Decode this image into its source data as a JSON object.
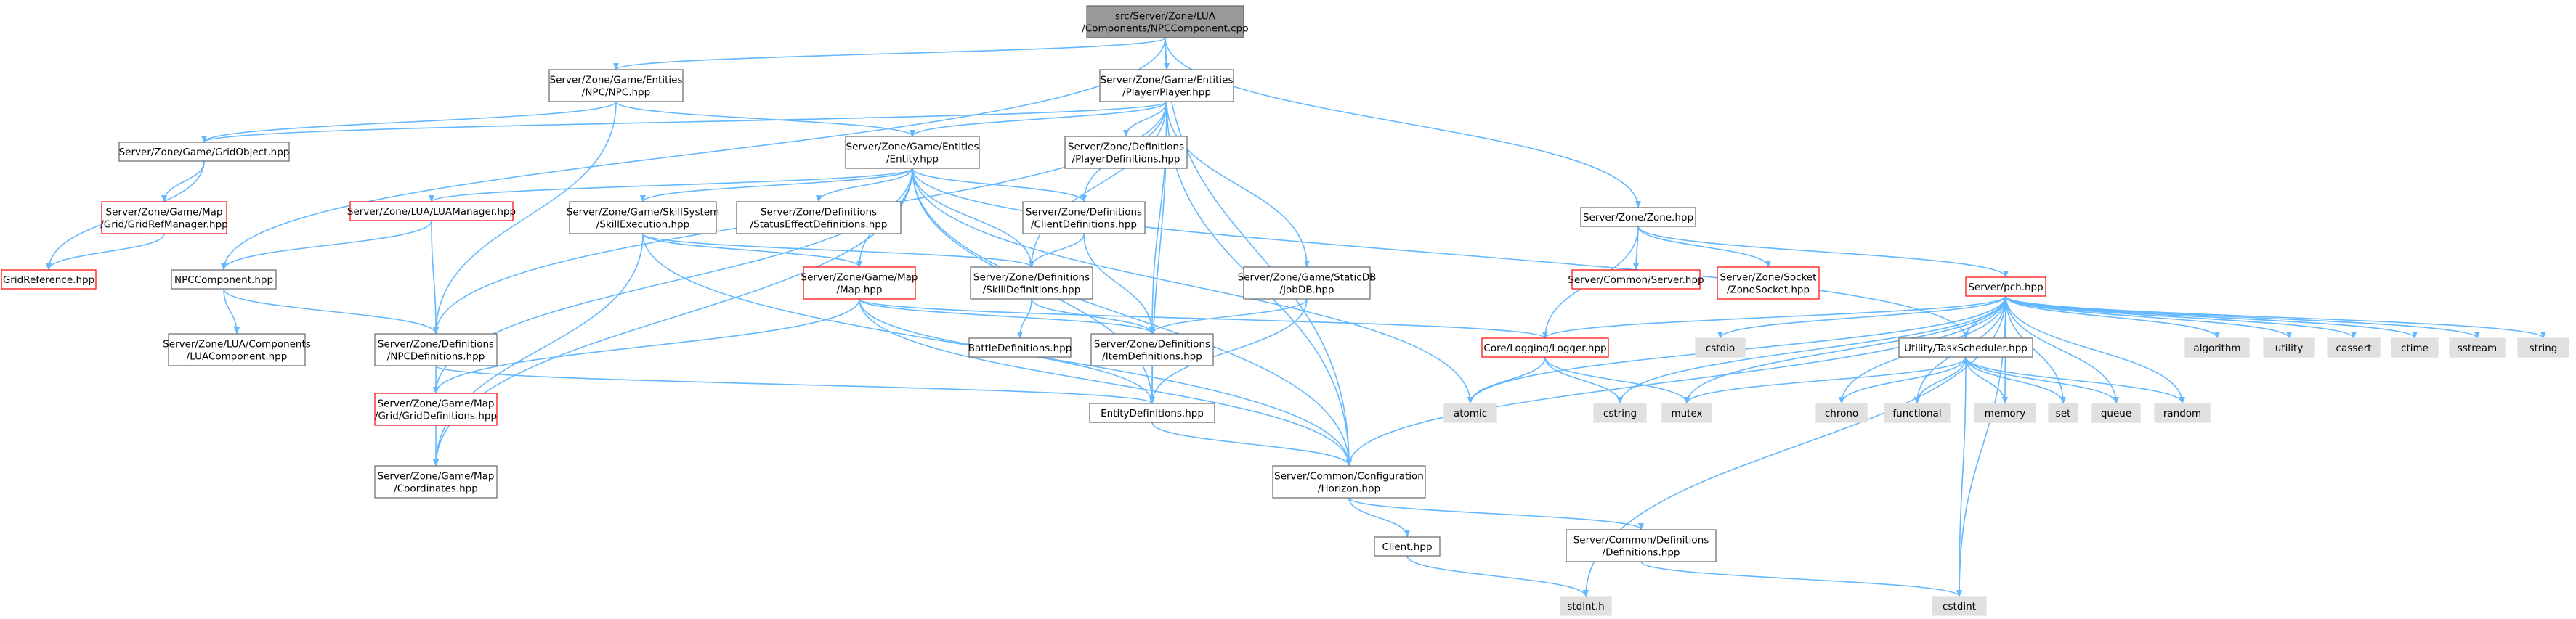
{
  "colors": {
    "edge": "#63b8ff",
    "border_normal": "#666666",
    "border_red": "#ff0000",
    "fill_normal": "#ffffff",
    "fill_root": "#999999",
    "fill_system": "#e0e0e0"
  },
  "nodes": [
    {
      "id": "npccomp_cpp",
      "kind": "root",
      "lines": [
        "src/Server/Zone/LUA",
        "/Components/NPCComponent.cpp"
      ]
    },
    {
      "id": "npc_hpp",
      "kind": "normal",
      "lines": [
        "Server/Zone/Game/Entities",
        "/NPC/NPC.hpp"
      ]
    },
    {
      "id": "player_hpp",
      "kind": "normal",
      "lines": [
        "Server/Zone/Game/Entities",
        "/Player/Player.hpp"
      ]
    },
    {
      "id": "gridobject_hpp",
      "kind": "normal",
      "lines": [
        "Server/Zone/Game/GridObject.hpp"
      ]
    },
    {
      "id": "entity_hpp",
      "kind": "normal",
      "lines": [
        "Server/Zone/Game/Entities",
        "/Entity.hpp"
      ]
    },
    {
      "id": "playerdefs_hpp",
      "kind": "normal",
      "lines": [
        "Server/Zone/Definitions",
        "/PlayerDefinitions.hpp"
      ]
    },
    {
      "id": "gridrefmgr_hpp",
      "kind": "red",
      "lines": [
        "Server/Zone/Game/Map",
        "/Grid/GridRefManager.hpp"
      ]
    },
    {
      "id": "gridref_hpp",
      "kind": "red",
      "lines": [
        "GridReference.hpp"
      ]
    },
    {
      "id": "luamanager_hpp",
      "kind": "red",
      "lines": [
        "Server/Zone/LUA/LUAManager.hpp"
      ]
    },
    {
      "id": "skillexec_hpp",
      "kind": "normal",
      "lines": [
        "Server/Zone/Game/SkillSystem",
        "/SkillExecution.hpp"
      ]
    },
    {
      "id": "statuseffect_hpp",
      "kind": "normal",
      "lines": [
        "Server/Zone/Definitions",
        "/StatusEffectDefinitions.hpp"
      ]
    },
    {
      "id": "clientdefs_hpp",
      "kind": "normal",
      "lines": [
        "Server/Zone/Definitions",
        "/ClientDefinitions.hpp"
      ]
    },
    {
      "id": "zone_hpp",
      "kind": "normal",
      "lines": [
        "Server/Zone/Zone.hpp"
      ]
    },
    {
      "id": "npccomponent_hpp",
      "kind": "normal",
      "lines": [
        "NPCComponent.hpp"
      ]
    },
    {
      "id": "map_hpp",
      "kind": "red",
      "lines": [
        "Server/Zone/Game/Map",
        "/Map.hpp"
      ]
    },
    {
      "id": "skilldefs_hpp",
      "kind": "normal",
      "lines": [
        "Server/Zone/Definitions",
        "/SkillDefinitions.hpp"
      ]
    },
    {
      "id": "jobdb_hpp",
      "kind": "normal",
      "lines": [
        "Server/Zone/Game/StaticDB",
        "/JobDB.hpp"
      ]
    },
    {
      "id": "server_hpp",
      "kind": "red",
      "lines": [
        "Server/Common/Server.hpp"
      ]
    },
    {
      "id": "zonesocket_hpp",
      "kind": "red",
      "lines": [
        "Server/Zone/Socket",
        "/ZoneSocket.hpp"
      ]
    },
    {
      "id": "pch_hpp",
      "kind": "red",
      "lines": [
        "Server/pch.hpp"
      ]
    },
    {
      "id": "luacomponent_hpp",
      "kind": "normal",
      "lines": [
        "Server/Zone/LUA/Components",
        "/LUAComponent.hpp"
      ]
    },
    {
      "id": "npcdefs_hpp",
      "kind": "normal",
      "lines": [
        "Server/Zone/Definitions",
        "/NPCDefinitions.hpp"
      ]
    },
    {
      "id": "battledefs_hpp",
      "kind": "normal",
      "lines": [
        "BattleDefinitions.hpp"
      ]
    },
    {
      "id": "itemdefs_hpp",
      "kind": "normal",
      "lines": [
        "Server/Zone/Definitions",
        "/ItemDefinitions.hpp"
      ]
    },
    {
      "id": "logger_hpp",
      "kind": "red",
      "lines": [
        "Core/Logging/Logger.hpp"
      ]
    },
    {
      "id": "cstdio",
      "kind": "system",
      "lines": [
        "cstdio"
      ]
    },
    {
      "id": "taskscheduler_hpp",
      "kind": "normal",
      "lines": [
        "Utility/TaskScheduler.hpp"
      ]
    },
    {
      "id": "algorithm",
      "kind": "system",
      "lines": [
        "algorithm"
      ]
    },
    {
      "id": "utility",
      "kind": "system",
      "lines": [
        "utility"
      ]
    },
    {
      "id": "cassert",
      "kind": "system",
      "lines": [
        "cassert"
      ]
    },
    {
      "id": "ctime",
      "kind": "system",
      "lines": [
        "ctime"
      ]
    },
    {
      "id": "sstream",
      "kind": "system",
      "lines": [
        "sstream"
      ]
    },
    {
      "id": "string",
      "kind": "system",
      "lines": [
        "string"
      ]
    },
    {
      "id": "griddefs_hpp",
      "kind": "red",
      "lines": [
        "Server/Zone/Game/Map",
        "/Grid/GridDefinitions.hpp"
      ]
    },
    {
      "id": "entitydefs_hpp",
      "kind": "normal",
      "lines": [
        "EntityDefinitions.hpp"
      ]
    },
    {
      "id": "atomic",
      "kind": "system",
      "lines": [
        "atomic"
      ]
    },
    {
      "id": "cstring",
      "kind": "system",
      "lines": [
        "cstring"
      ]
    },
    {
      "id": "mutex",
      "kind": "system",
      "lines": [
        "mutex"
      ]
    },
    {
      "id": "chrono",
      "kind": "system",
      "lines": [
        "chrono"
      ]
    },
    {
      "id": "functional",
      "kind": "system",
      "lines": [
        "functional"
      ]
    },
    {
      "id": "memory",
      "kind": "system",
      "lines": [
        "memory"
      ]
    },
    {
      "id": "set",
      "kind": "system",
      "lines": [
        "set"
      ]
    },
    {
      "id": "queue",
      "kind": "system",
      "lines": [
        "queue"
      ]
    },
    {
      "id": "random",
      "kind": "system",
      "lines": [
        "random"
      ]
    },
    {
      "id": "coordinates_hpp",
      "kind": "normal",
      "lines": [
        "Server/Zone/Game/Map",
        "/Coordinates.hpp"
      ]
    },
    {
      "id": "horizon_hpp",
      "kind": "normal",
      "lines": [
        "Server/Common/Configuration",
        "/Horizon.hpp"
      ]
    },
    {
      "id": "client_hpp",
      "kind": "normal",
      "lines": [
        "Client.hpp"
      ]
    },
    {
      "id": "commondefs_hpp",
      "kind": "normal",
      "lines": [
        "Server/Common/Definitions",
        "/Definitions.hpp"
      ]
    },
    {
      "id": "stdint_h",
      "kind": "system",
      "lines": [
        "stdint.h"
      ]
    },
    {
      "id": "cstdint",
      "kind": "system",
      "lines": [
        "cstdint"
      ]
    }
  ],
  "edges": [
    [
      "npccomp_cpp",
      "npc_hpp"
    ],
    [
      "npccomp_cpp",
      "player_hpp"
    ],
    [
      "npccomp_cpp",
      "zone_hpp"
    ],
    [
      "npccomp_cpp",
      "npccomponent_hpp"
    ],
    [
      "npccomp_cpp",
      "horizon_hpp"
    ],
    [
      "npc_hpp",
      "gridobject_hpp"
    ],
    [
      "npc_hpp",
      "entity_hpp"
    ],
    [
      "npc_hpp",
      "npcdefs_hpp"
    ],
    [
      "player_hpp",
      "gridobject_hpp"
    ],
    [
      "player_hpp",
      "entity_hpp"
    ],
    [
      "player_hpp",
      "playerdefs_hpp"
    ],
    [
      "player_hpp",
      "clientdefs_hpp"
    ],
    [
      "player_hpp",
      "skilldefs_hpp"
    ],
    [
      "player_hpp",
      "jobdb_hpp"
    ],
    [
      "player_hpp",
      "itemdefs_hpp"
    ],
    [
      "player_hpp",
      "entitydefs_hpp"
    ],
    [
      "player_hpp",
      "horizon_hpp"
    ],
    [
      "player_hpp",
      "npcdefs_hpp"
    ],
    [
      "gridobject_hpp",
      "gridrefmgr_hpp"
    ],
    [
      "gridobject_hpp",
      "gridref_hpp"
    ],
    [
      "gridrefmgr_hpp",
      "gridref_hpp"
    ],
    [
      "entity_hpp",
      "luamanager_hpp"
    ],
    [
      "entity_hpp",
      "skillexec_hpp"
    ],
    [
      "entity_hpp",
      "statuseffect_hpp"
    ],
    [
      "entity_hpp",
      "clientdefs_hpp"
    ],
    [
      "entity_hpp",
      "map_hpp"
    ],
    [
      "entity_hpp",
      "skilldefs_hpp"
    ],
    [
      "entity_hpp",
      "griddefs_hpp"
    ],
    [
      "entity_hpp",
      "entitydefs_hpp"
    ],
    [
      "entity_hpp",
      "coordinates_hpp"
    ],
    [
      "entity_hpp",
      "horizon_hpp"
    ],
    [
      "entity_hpp",
      "atomic"
    ],
    [
      "entity_hpp",
      "taskscheduler_hpp"
    ],
    [
      "luamanager_hpp",
      "npccomponent_hpp"
    ],
    [
      "luamanager_hpp",
      "npcdefs_hpp"
    ],
    [
      "skillexec_hpp",
      "map_hpp"
    ],
    [
      "skillexec_hpp",
      "skilldefs_hpp"
    ],
    [
      "skillexec_hpp",
      "horizon_hpp"
    ],
    [
      "skillexec_hpp",
      "coordinates_hpp"
    ],
    [
      "clientdefs_hpp",
      "skilldefs_hpp"
    ],
    [
      "clientdefs_hpp",
      "itemdefs_hpp"
    ],
    [
      "zone_hpp",
      "server_hpp"
    ],
    [
      "zone_hpp",
      "zonesocket_hpp"
    ],
    [
      "zone_hpp",
      "pch_hpp"
    ],
    [
      "zone_hpp",
      "logger_hpp"
    ],
    [
      "npccomponent_hpp",
      "luacomponent_hpp"
    ],
    [
      "npccomponent_hpp",
      "npcdefs_hpp"
    ],
    [
      "map_hpp",
      "griddefs_hpp"
    ],
    [
      "map_hpp",
      "itemdefs_hpp"
    ],
    [
      "map_hpp",
      "entitydefs_hpp"
    ],
    [
      "map_hpp",
      "horizon_hpp"
    ],
    [
      "map_hpp",
      "logger_hpp"
    ],
    [
      "skilldefs_hpp",
      "battledefs_hpp"
    ],
    [
      "skilldefs_hpp",
      "itemdefs_hpp"
    ],
    [
      "jobdb_hpp",
      "itemdefs_hpp"
    ],
    [
      "jobdb_hpp",
      "entitydefs_hpp"
    ],
    [
      "pch_hpp",
      "logger_hpp"
    ],
    [
      "pch_hpp",
      "cstdio"
    ],
    [
      "pch_hpp",
      "taskscheduler_hpp"
    ],
    [
      "pch_hpp",
      "algorithm"
    ],
    [
      "pch_hpp",
      "utility"
    ],
    [
      "pch_hpp",
      "cassert"
    ],
    [
      "pch_hpp",
      "ctime"
    ],
    [
      "pch_hpp",
      "sstream"
    ],
    [
      "pch_hpp",
      "string"
    ],
    [
      "pch_hpp",
      "atomic"
    ],
    [
      "pch_hpp",
      "cstring"
    ],
    [
      "pch_hpp",
      "mutex"
    ],
    [
      "pch_hpp",
      "chrono"
    ],
    [
      "pch_hpp",
      "functional"
    ],
    [
      "pch_hpp",
      "memory"
    ],
    [
      "pch_hpp",
      "set"
    ],
    [
      "pch_hpp",
      "queue"
    ],
    [
      "pch_hpp",
      "random"
    ],
    [
      "pch_hpp",
      "horizon_hpp"
    ],
    [
      "pch_hpp",
      "stdint_h"
    ],
    [
      "pch_hpp",
      "cstdint"
    ],
    [
      "npcdefs_hpp",
      "griddefs_hpp"
    ],
    [
      "npcdefs_hpp",
      "entitydefs_hpp"
    ],
    [
      "itemdefs_hpp",
      "entitydefs_hpp"
    ],
    [
      "logger_hpp",
      "atomic"
    ],
    [
      "logger_hpp",
      "cstring"
    ],
    [
      "logger_hpp",
      "mutex"
    ],
    [
      "taskscheduler_hpp",
      "mutex"
    ],
    [
      "taskscheduler_hpp",
      "chrono"
    ],
    [
      "taskscheduler_hpp",
      "functional"
    ],
    [
      "taskscheduler_hpp",
      "memory"
    ],
    [
      "taskscheduler_hpp",
      "set"
    ],
    [
      "taskscheduler_hpp",
      "queue"
    ],
    [
      "taskscheduler_hpp",
      "random"
    ],
    [
      "taskscheduler_hpp",
      "cstdint"
    ],
    [
      "griddefs_hpp",
      "coordinates_hpp"
    ],
    [
      "entitydefs_hpp",
      "horizon_hpp"
    ],
    [
      "horizon_hpp",
      "client_hpp"
    ],
    [
      "horizon_hpp",
      "commondefs_hpp"
    ],
    [
      "client_hpp",
      "stdint_h"
    ],
    [
      "commondefs_hpp",
      "cstdint"
    ]
  ]
}
